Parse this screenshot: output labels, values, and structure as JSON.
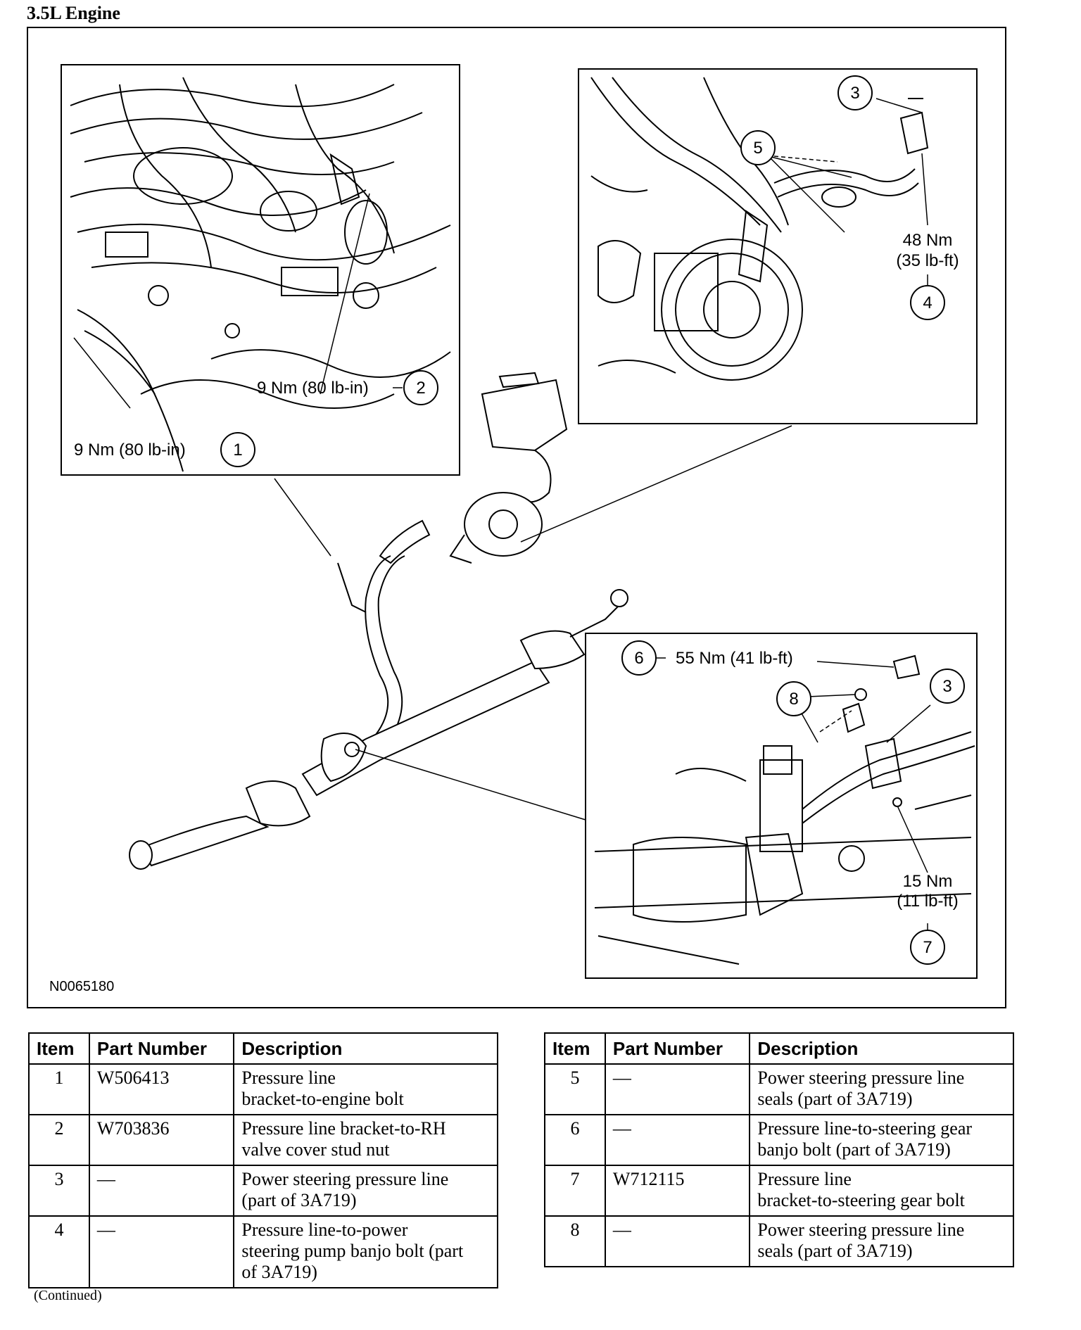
{
  "section_title": "3.5L Engine",
  "figure_ref": "N0065180",
  "callouts": {
    "c1": {
      "num": "1",
      "torque": "9 Nm (80 lb-in)"
    },
    "c2": {
      "num": "2",
      "torque": "9 Nm (80 lb-in)"
    },
    "c3a": {
      "num": "3"
    },
    "c3b": {
      "num": "3"
    },
    "c4": {
      "num": "4",
      "torque_nm": "48 Nm",
      "torque_imp": "(35 lb-ft)"
    },
    "c5": {
      "num": "5"
    },
    "c6": {
      "num": "6",
      "torque": "55 Nm (41 lb-ft)"
    },
    "c7": {
      "num": "7",
      "torque_nm": "15 Nm",
      "torque_imp": "(11 lb-ft)"
    },
    "c8": {
      "num": "8"
    }
  },
  "table_headers": {
    "item": "Item",
    "part_number": "Part Number",
    "description": "Description"
  },
  "table_left": [
    {
      "item": "1",
      "part": "W506413",
      "desc1": "Pressure line",
      "desc2": "bracket-to-engine bolt",
      "desc3": ""
    },
    {
      "item": "2",
      "part": "W703836",
      "desc1": "Pressure line bracket-to-RH",
      "desc2": "valve cover stud nut",
      "desc3": ""
    },
    {
      "item": "3",
      "part": "—",
      "desc1": "Power steering pressure line",
      "desc2": "(part of 3A719)",
      "desc3": ""
    },
    {
      "item": "4",
      "part": "—",
      "desc1": "Pressure line-to-power",
      "desc2": "steering pump banjo bolt (part",
      "desc3": "of 3A719)"
    }
  ],
  "table_right": [
    {
      "item": "5",
      "part": "—",
      "desc1": "Power steering pressure line",
      "desc2": "seals (part of 3A719)"
    },
    {
      "item": "6",
      "part": "—",
      "desc1": "Pressure line-to-steering gear",
      "desc2": "banjo bolt (part of 3A719)"
    },
    {
      "item": "7",
      "part": "W712115",
      "desc1": "Pressure line",
      "desc2": "bracket-to-steering gear bolt"
    },
    {
      "item": "8",
      "part": "—",
      "desc1": "Power steering pressure line",
      "desc2": "seals (part of 3A719)"
    }
  ],
  "continued": "(Continued)"
}
